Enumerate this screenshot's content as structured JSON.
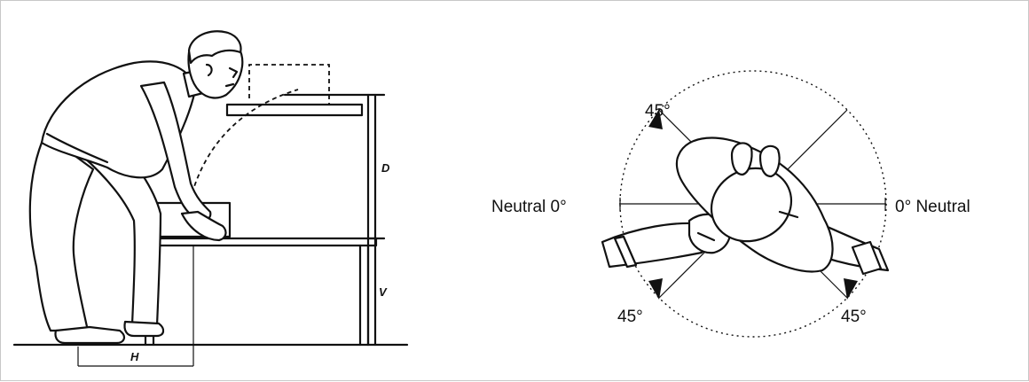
{
  "left_figure": {
    "labels": {
      "depth": "D",
      "vertical": "V",
      "horizontal": "H"
    }
  },
  "right_figure": {
    "labels": {
      "left_neutral": "Neutral 0°",
      "right_neutral": "0° Neutral",
      "top_left_angle": "45°",
      "bottom_left_angle": "45°",
      "bottom_right_angle": "45°"
    }
  }
}
